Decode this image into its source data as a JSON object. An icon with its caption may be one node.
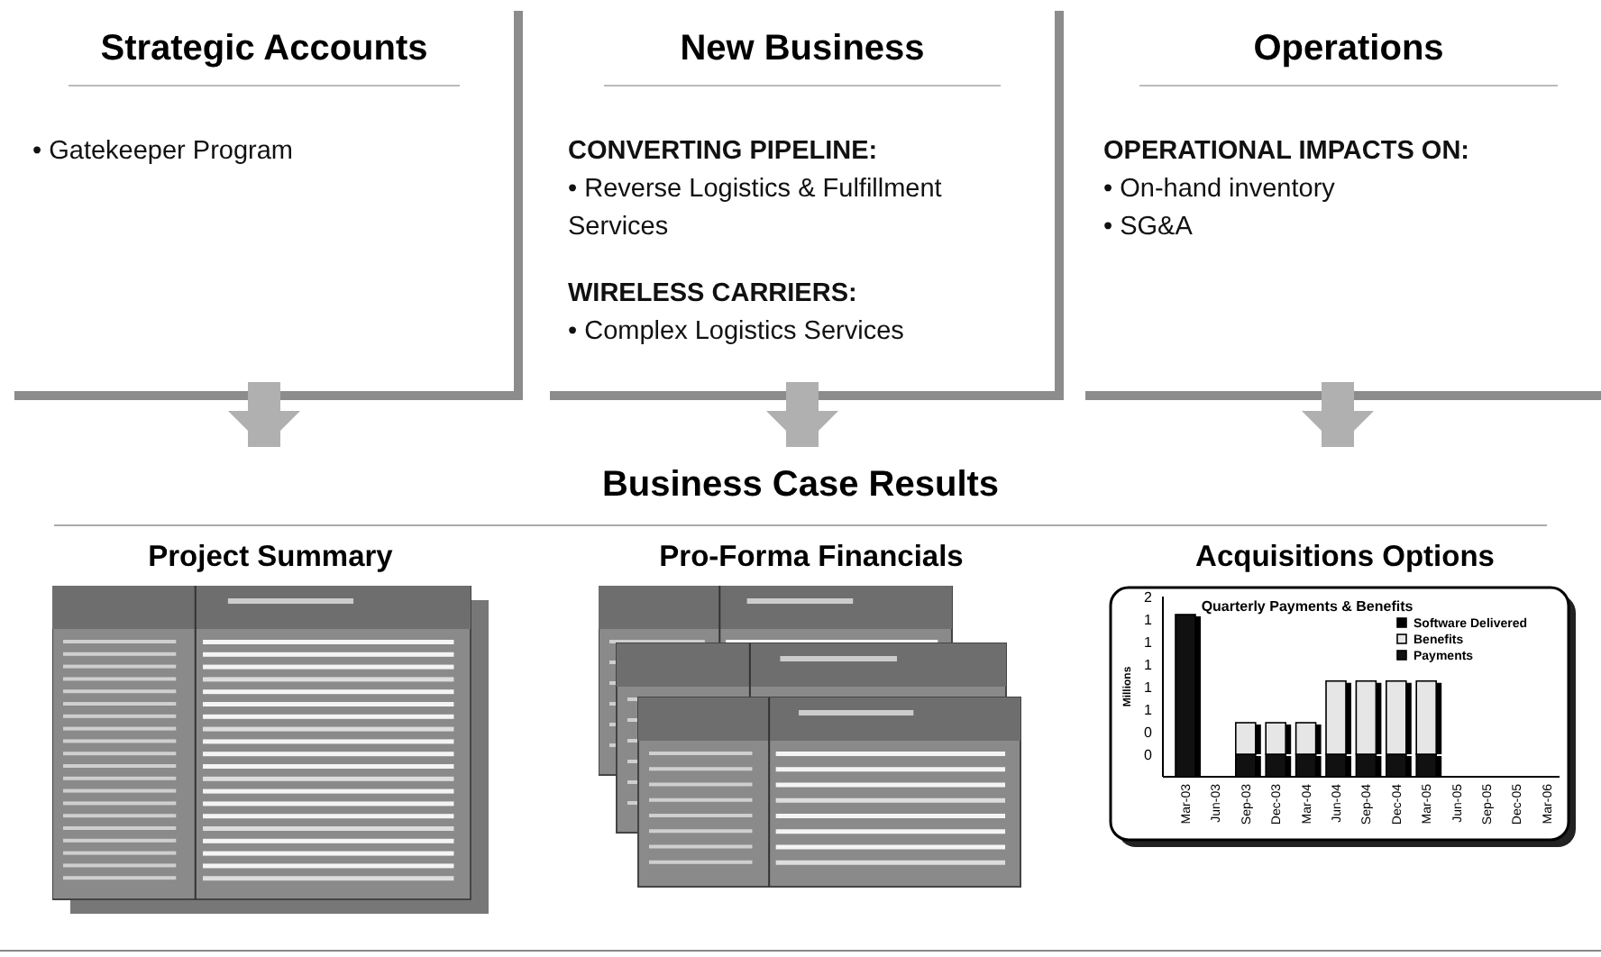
{
  "diagram": {
    "nodes": [
      {
        "text": [
          "Strategic Accounts",
          "• Gatekeeper Program"
        ]
      },
      {
        "text": [
          "New Business",
          "**CONVERTING PIPELINE:**",
          "• Reverse Logistics & Fulfillment Services",
          "**WIRELESS CARRIERS:**",
          "• Complex Logistics Services"
        ]
      },
      {
        "text": [
          "Operations",
          "**OPERATIONAL IMPACTS ON:**",
          "• On-hand inventory",
          "• SG&A"
        ]
      },
      {
        "text": [
          "Business Case Results"
        ]
      },
      {
        "text": [
          "Project Summary"
        ],
        "in": 3
      },
      {
        "text": [
          "Pro-Forma Financials"
        ],
        "in": 3
      },
      {
        "text": [
          "Acquisitions Options"
        ],
        "in": 3
      }
    ],
    "edges": [
      {
        "from": 0,
        "to": 3,
        "arrow": "to"
      },
      {
        "from": 1,
        "to": 3,
        "arrow": "to"
      },
      {
        "from": 2,
        "to": 3,
        "arrow": "to"
      }
    ],
    "chart_data": {
      "type": "bar",
      "title": "Quarterly Payments & Benefits",
      "ylabel": "Millions",
      "stacked": true,
      "categories": [
        "Mar-03",
        "Jun-03",
        "Sep-03",
        "Dec-03",
        "Mar-04",
        "Jun-04",
        "Sep-04",
        "Dec-04",
        "Mar-05",
        "Jun-05",
        "Sep-05",
        "Dec-05",
        "Mar-06"
      ],
      "ylim": [
        0,
        1.6
      ],
      "legend": "upper right",
      "yticks": [
        {
          "value": 0.2,
          "label": "0"
        },
        {
          "value": 0.4,
          "label": "0"
        },
        {
          "value": 0.6,
          "label": "1"
        },
        {
          "value": 0.8,
          "label": "1"
        },
        {
          "value": 1.0,
          "label": "1"
        },
        {
          "value": 1.2,
          "label": "1"
        },
        {
          "value": 1.4,
          "label": "1"
        },
        {
          "value": 1.6,
          "label": "2"
        }
      ],
      "series": [
        {
          "name": "Software Delivered",
          "color": "#000000",
          "values": [
            0,
            0,
            0,
            0,
            0,
            0,
            0,
            0,
            0,
            0,
            0,
            0,
            0
          ]
        },
        {
          "name": "Benefits",
          "color": "#e6e6e6",
          "values": [
            0,
            0,
            0.28,
            0.28,
            0.28,
            0.65,
            0.65,
            0.65,
            0.65,
            0,
            0,
            0,
            0
          ]
        },
        {
          "name": "Payments",
          "color": "#111111",
          "values": [
            1.44,
            0,
            0.2,
            0.2,
            0.2,
            0.2,
            0.2,
            0.2,
            0.2,
            0,
            0,
            0,
            0
          ]
        }
      ]
    }
  }
}
